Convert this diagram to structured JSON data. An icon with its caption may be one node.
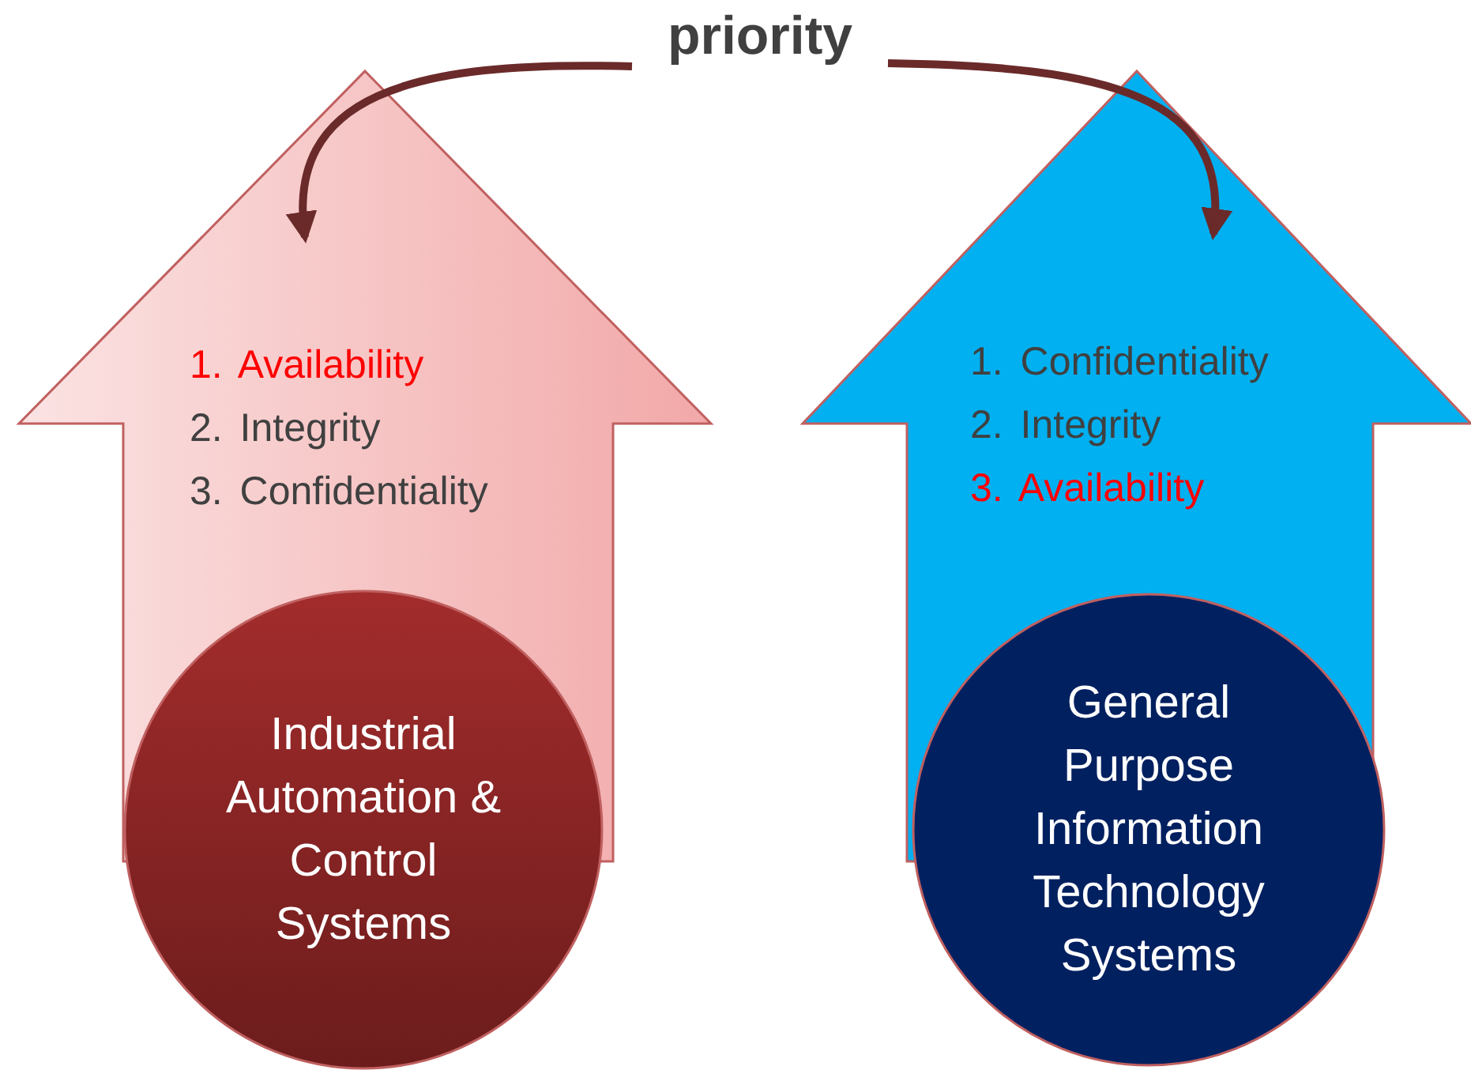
{
  "diagram": {
    "nodes": [
      {
        "text": [
          "priority"
        ]
      },
      {
        "text": [
          "1. Availability",
          "2. Integrity",
          "3. Confidentiality"
        ]
      },
      {
        "text": [
          "Industrial Automation & Control Systems"
        ]
      },
      {
        "text": [
          "1. Confidentiality",
          "2. Integrity",
          "3. Availability"
        ]
      },
      {
        "text": [
          "General Purpose Information Technology Systems"
        ]
      }
    ],
    "edges": [
      {
        "from": 0,
        "to": 1,
        "arrow": "to"
      },
      {
        "from": 0,
        "to": 3,
        "arrow": "to"
      }
    ]
  }
}
